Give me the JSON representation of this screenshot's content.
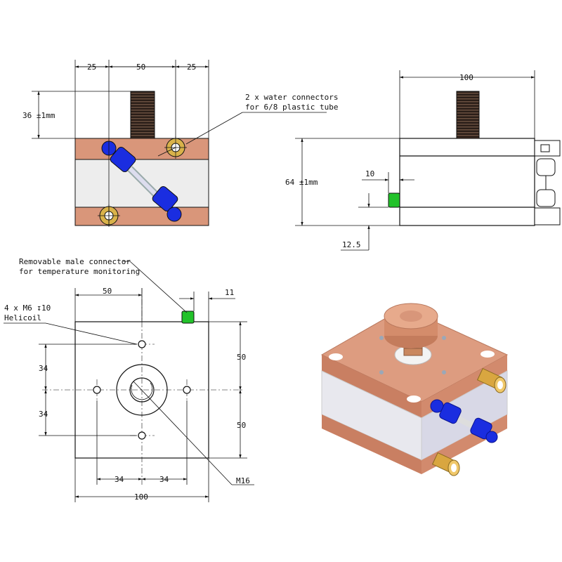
{
  "front_view": {
    "dims": {
      "left": "25",
      "mid": "50",
      "right": "25",
      "height": "36 ±1mm"
    },
    "note": [
      "2 x water connectors",
      "for 6/8 plastic tube"
    ]
  },
  "side_view": {
    "dims": {
      "width": "100",
      "height": "64 ±1mm",
      "connector_offset": "10",
      "bottom_offset": "12.5"
    }
  },
  "top_view": {
    "note_connector": [
      "Removable male connector",
      "for temperature monitoring"
    ],
    "note_holes": [
      "4 x M6 ↧10",
      "Helicoil"
    ],
    "dims": {
      "top_50": "50",
      "connector_11": "11",
      "left_34_upper": "34",
      "left_34_lower": "34",
      "right_50_upper": "50",
      "right_50_lower": "50",
      "bottom_34_left": "34",
      "bottom_34_right": "34",
      "overall_100": "100",
      "thread": "M16"
    }
  },
  "colors": {
    "copper": "#d9967a",
    "insulator": "#ededed",
    "connector_blue": "#1a2de0",
    "brass": "#d9b24a",
    "sensor_green": "#22c22a",
    "thread_dark": "#3a2a22"
  }
}
